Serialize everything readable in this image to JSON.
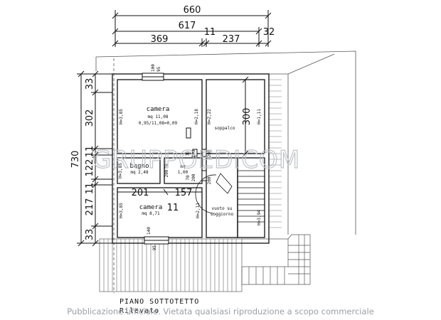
{
  "dimensions": {
    "top_total": "660",
    "top_second": "617",
    "top_a": "369",
    "top_b": "11",
    "top_c": "237",
    "top_d": "32",
    "left_total": "730",
    "left_a": "33",
    "left_b": "302",
    "left_c": "11",
    "left_d": "122",
    "left_e": "11",
    "left_f": "217",
    "left_g": "33",
    "inner_201": "201",
    "inner_157": "157",
    "inner_11": "11",
    "inner_300": "300"
  },
  "rooms": {
    "camera_top": {
      "name": "camera",
      "area": "mq 11,08",
      "ratio": "0,95/11,08=0,09",
      "height": "H=3,85"
    },
    "soppalco": {
      "name": "soppalco",
      "height_left": "H=2,22",
      "height_right": "H=1,11"
    },
    "bagno": {
      "name": "bagno",
      "area": "mq 2,48",
      "height": "H=3,85"
    },
    "camera_bottom": {
      "name": "camera",
      "area": "mq 8,71",
      "height": "H=3,85"
    },
    "vuoto": {
      "line1": "vuoto su",
      "line2": "soggiorno",
      "height": "H=2,11"
    }
  },
  "small_labels": {
    "win_top_1": "100",
    "win_top_2": "95",
    "win_bottom_1": "140",
    "win_bottom_2": "95",
    "door_1": "200",
    "door_2": "70",
    "door_3": "200",
    "door_4": "70",
    "door_5": "200",
    "door_6": "70",
    "door_7": "200",
    "door_8": "200",
    "h_218": "H=2,18",
    "stair_h": "H=3,94",
    "mid_1": "1,00",
    "mid_2": "mq"
  },
  "title": {
    "line1": "PIANO SOTTOTETTO",
    "line2": "Rilevato"
  },
  "watermark": "GRUPPOEDICOM",
  "footer": "Pubblicazione ufficiale. Vietata qualsiasi riproduzione a scopo commerciale"
}
